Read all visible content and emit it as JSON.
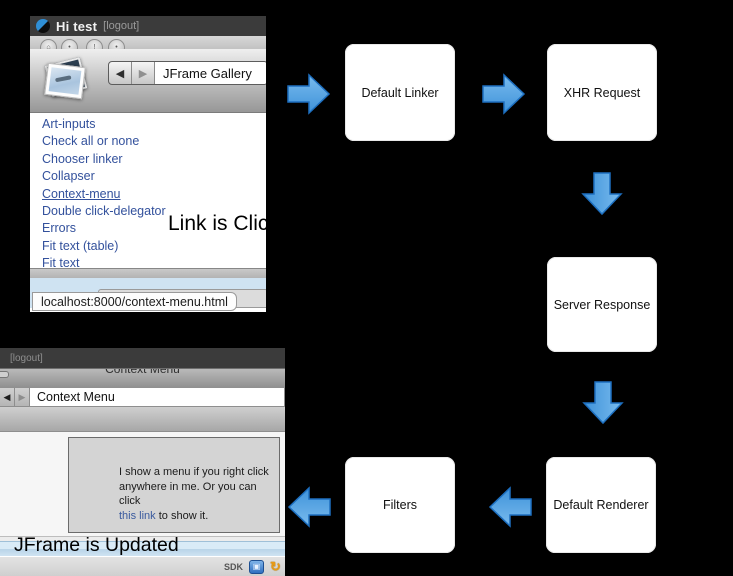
{
  "colors": {
    "arrow_blue": "#4d9fe0",
    "arrow_border": "#1d6fc0",
    "link_blue": "#33519c"
  },
  "window1": {
    "title": "Hi test",
    "logout_label": "[logout]",
    "back_icon": "◀",
    "forward_icon": "▶",
    "nav_field_value": "JFrame Gallery",
    "links": [
      "Art-inputs",
      "Check all or none",
      "Chooser linker",
      "Collapser",
      "Context-menu",
      "Double click-delegator",
      "Errors",
      "Fit text (table)",
      "Fit text"
    ],
    "annotation": "Link is Click",
    "status_url": "localhost:8000/context-menu.html"
  },
  "window2": {
    "logout_label": "[logout]",
    "window_title": "Context Menu",
    "back_icon": "◀",
    "forward_icon": "▶",
    "nav_field_value": "Context Menu",
    "content": {
      "line1": "I show a menu if you right click",
      "line2": "anywhere in me. Or you can click",
      "link_text": "this link",
      "line3_rest": " to show it."
    },
    "annotation": "JFrame is Updated",
    "status_sdk": "SDK",
    "refresh_icon": "↻"
  },
  "flow": {
    "boxes": [
      {
        "label": "Default Linker"
      },
      {
        "label": "XHR Request"
      },
      {
        "label": "Server Response"
      },
      {
        "label": "Default Renderer"
      },
      {
        "label": "Filters"
      }
    ]
  }
}
